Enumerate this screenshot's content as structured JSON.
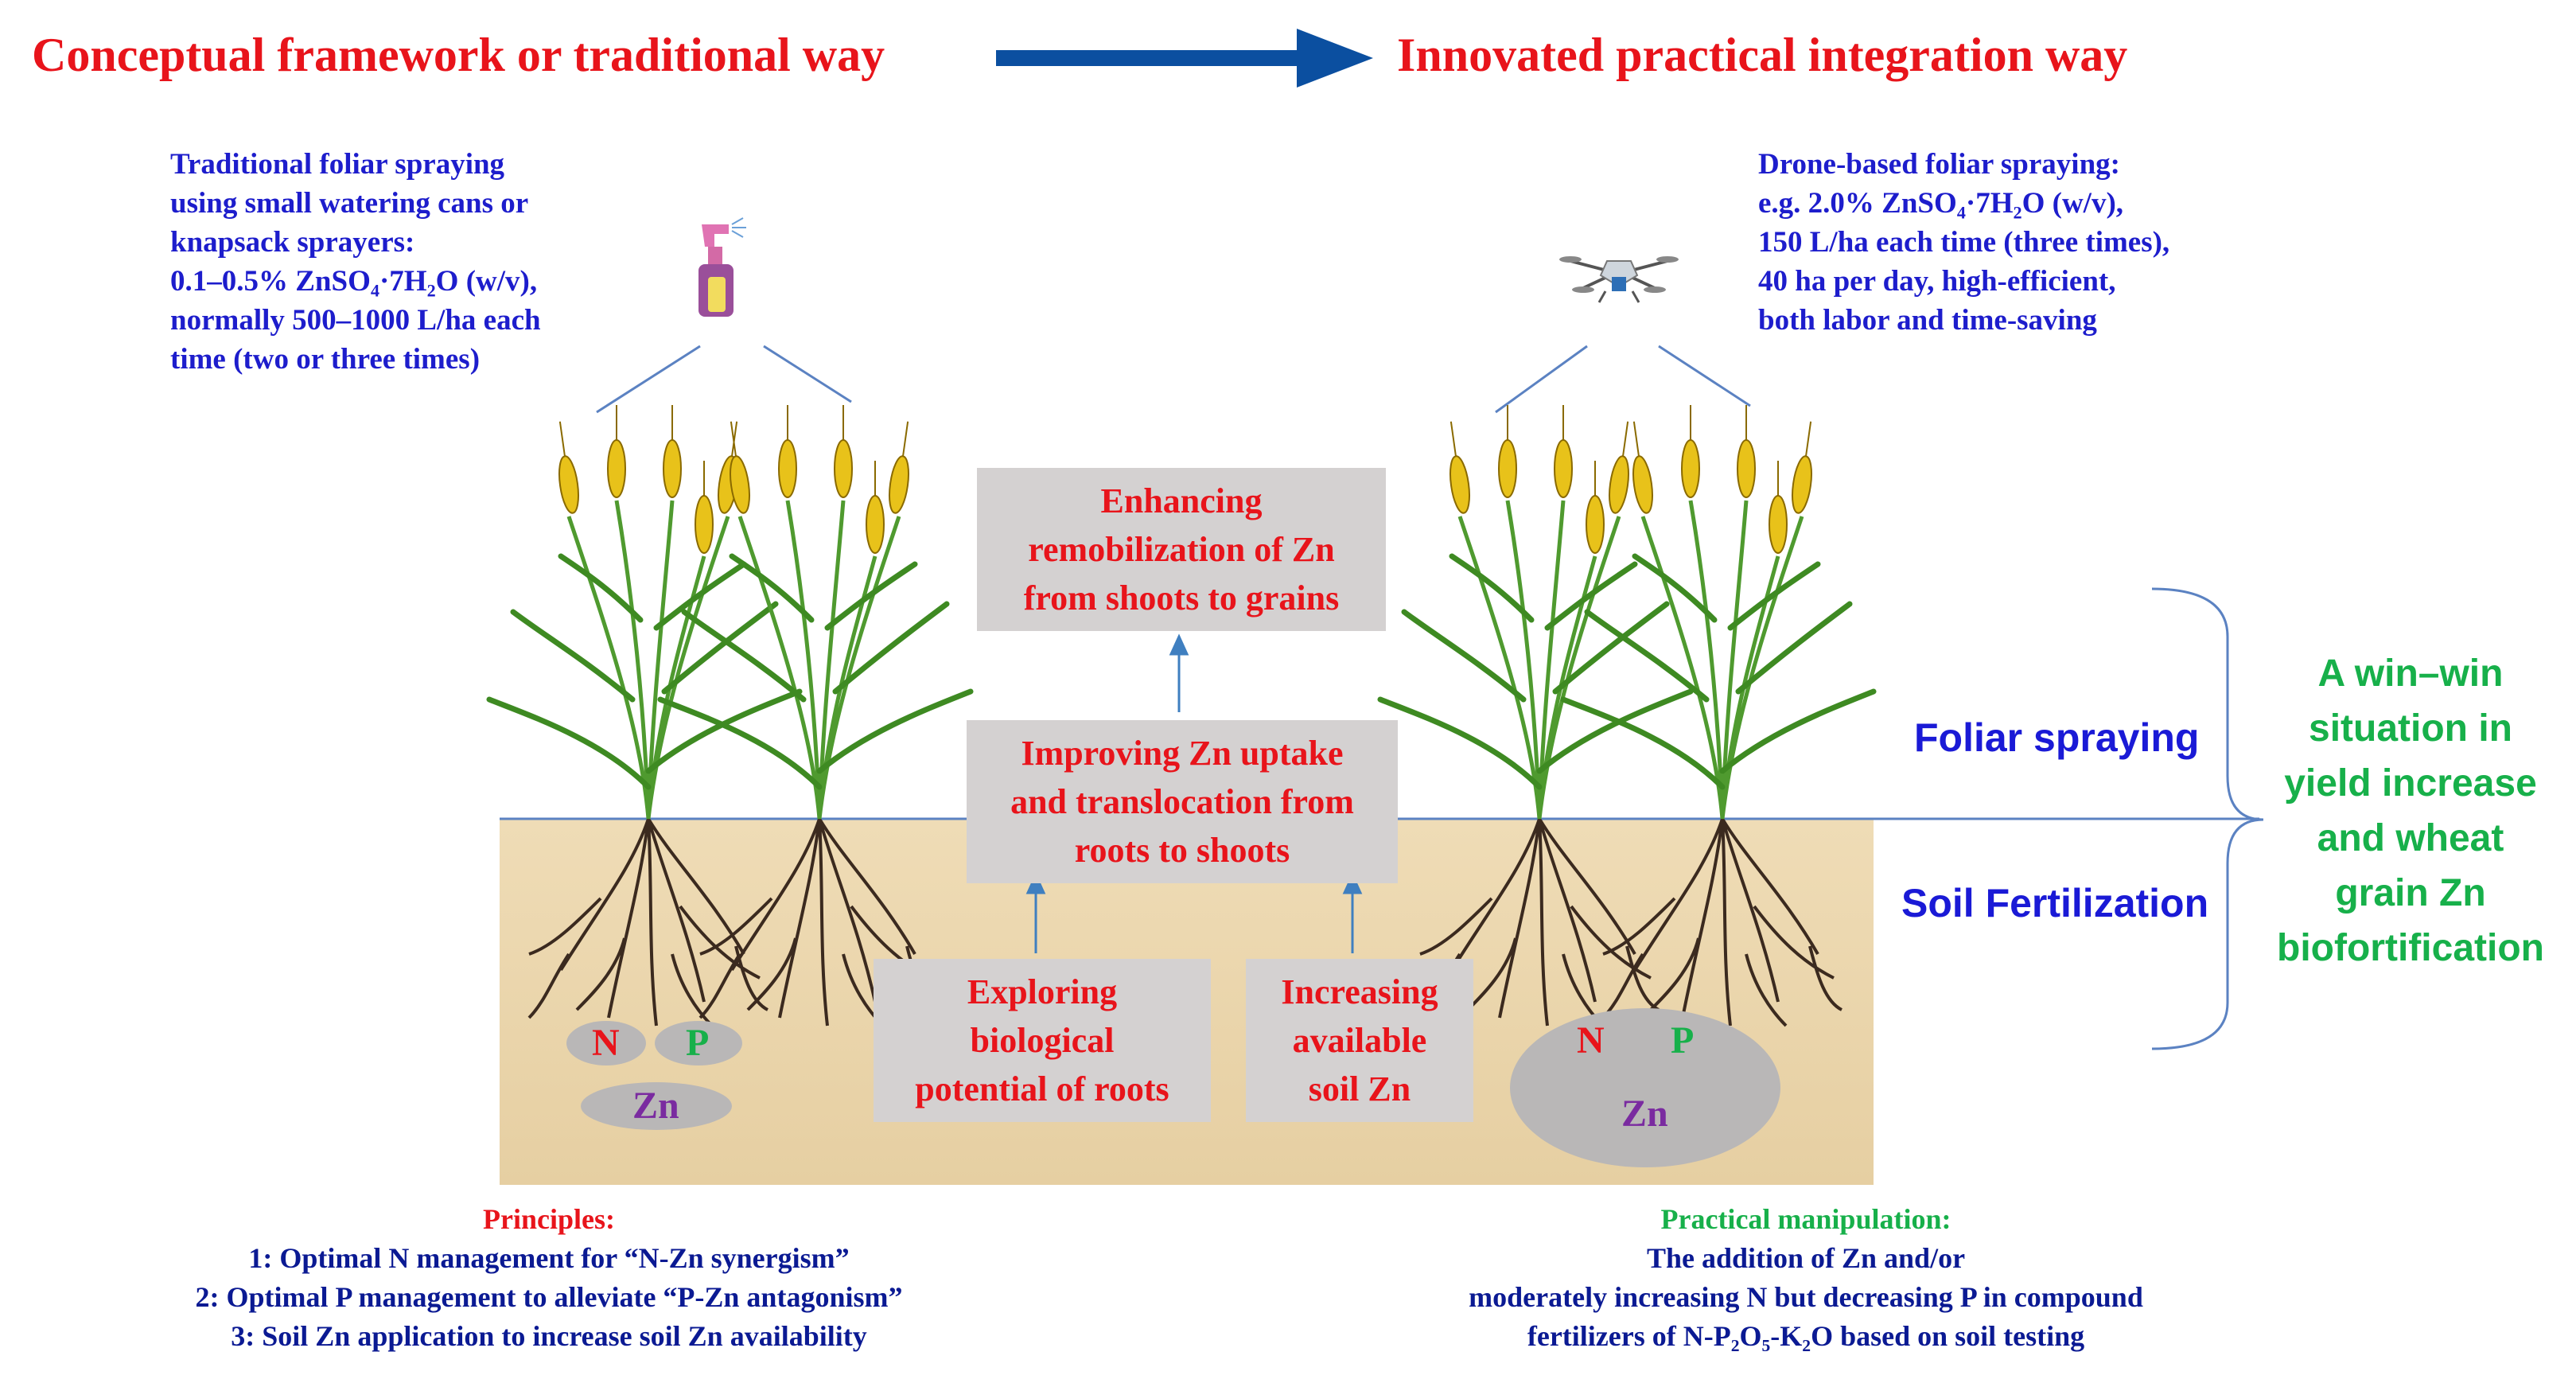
{
  "header": {
    "left_title": "Conceptual framework or traditional way",
    "right_title": "Innovated practical integration way"
  },
  "left_note": {
    "lines": [
      "Traditional foliar spraying",
      "using small watering cans or",
      "knapsack sprayers:",
      "0.1–0.5% ZnSO₄·7H₂O (w/v),",
      "normally 500–1000 L/ha each",
      "time (two or three times)"
    ]
  },
  "right_note": {
    "lines": [
      "Drone-based foliar spraying:",
      "e.g. 2.0% ZnSO₄·7H₂O (w/v),",
      "150 L/ha each time (three times),",
      "40 ha per day, high-efficient,",
      "both labor and time-saving"
    ]
  },
  "boxes": {
    "remobilization": [
      "Enhancing",
      "remobilization of Zn",
      "from shoots to grains"
    ],
    "uptake": [
      "Improving Zn uptake",
      "and translocation from",
      "roots to shoots"
    ],
    "roots": [
      "Exploring",
      "biological",
      "potential of roots"
    ],
    "soil_zn": [
      "Increasing",
      "available",
      "soil Zn"
    ]
  },
  "nutrients": {
    "n": "N",
    "p": "P",
    "zn": "Zn"
  },
  "side_labels": {
    "foliar": "Foliar spraying",
    "soil": "Soil Fertilization"
  },
  "outcome": [
    "A win–win",
    "situation in",
    "yield increase",
    "and wheat",
    "grain Zn",
    "biofortification"
  ],
  "principles": {
    "title": "Principles:",
    "items": [
      "1: Optimal N management for “N-Zn synergism”",
      "2: Optimal P management to alleviate “P-Zn antagonism”",
      "3: Soil Zn application to increase soil Zn availability"
    ]
  },
  "practical": {
    "title": "Practical manipulation:",
    "lines": [
      "The addition of Zn and/or",
      "moderately increasing N but decreasing P in compound",
      "fertilizers of N-P₂O₅-K₂O based on soil testing"
    ]
  },
  "colors": {
    "title_red": "#e8141b",
    "arrow_blue": "#0b4fa0",
    "note_blue": "#1d1dcc",
    "side_blue": "#1a1ad6",
    "outcome_green": "#17b04a",
    "box_gray": "#d4d1d1",
    "soil": "#ecd9b2",
    "nutrient_gray": "#b9b7b7"
  }
}
